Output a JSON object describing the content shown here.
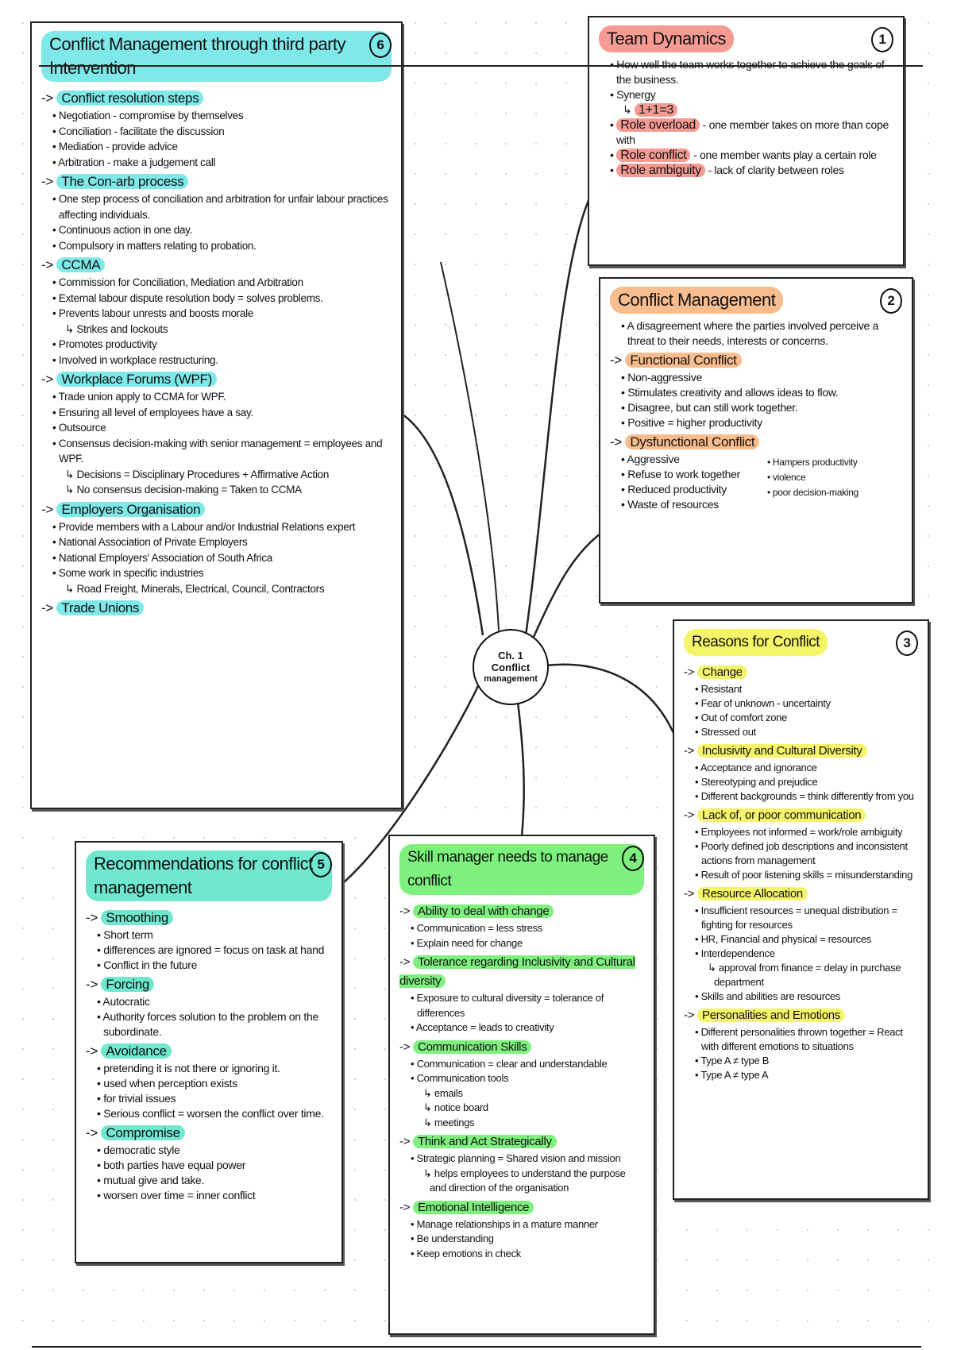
{
  "center": {
    "line1": "Ch. 1",
    "line2": "Conflict",
    "line3": "management"
  },
  "boxes": [
    {
      "id": "box1",
      "title": "Team Dynamics",
      "number": "1",
      "color": "#f59b94",
      "sections": [
        {
          "heading": "",
          "items": [
            {
              "text": "How well the team works together to achieve the goals of the business."
            },
            {
              "text": "Synergy"
            },
            {
              "term": "1+1=3",
              "text": "",
              "level": 2
            },
            {
              "term": "Role overload",
              "text": "- one member takes on more than cope with"
            },
            {
              "term": "Role conflict",
              "text": "- one member wants play a certain role"
            },
            {
              "term": "Role ambiguity",
              "text": "- lack of clarity between roles"
            }
          ]
        }
      ]
    },
    {
      "id": "box2",
      "title": "Conflict Management",
      "number": "2",
      "color": "#f8bd8e",
      "sections": [
        {
          "heading": "",
          "items": [
            {
              "text": "A disagreement where the parties involved perceive a threat to their needs, interests or concerns."
            }
          ]
        },
        {
          "heading": "Functional Conflict",
          "items": [
            {
              "text": "Non-aggressive"
            },
            {
              "text": "Stimulates creativity and allows ideas to flow."
            },
            {
              "text": "Disagree, but can still work together."
            },
            {
              "text": "Positive = higher productivity"
            }
          ]
        },
        {
          "heading": "Dysfunctional Conflict",
          "items": [
            {
              "text": "Aggressive"
            },
            {
              "text": "Refuse to work together"
            },
            {
              "text": "Reduced productivity"
            },
            {
              "text": "Waste of resources"
            }
          ],
          "side": [
            "Hampers productivity",
            "violence",
            "poor decision-making"
          ]
        }
      ]
    },
    {
      "id": "box3",
      "title": "Reasons for Conflict",
      "number": "3",
      "color": "#f5f56a",
      "sections": [
        {
          "heading": "Change",
          "items": [
            {
              "text": "Resistant"
            },
            {
              "text": "Fear of unknown - uncertainty"
            },
            {
              "text": "Out of comfort zone"
            },
            {
              "text": "Stressed out"
            }
          ]
        },
        {
          "heading": "Inclusivity and Cultural Diversity",
          "items": [
            {
              "text": "Acceptance and ignorance"
            },
            {
              "text": "Stereotyping and prejudice"
            },
            {
              "text": "Different backgrounds = think differently from you"
            }
          ]
        },
        {
          "heading": "Lack of, or poor communication",
          "items": [
            {
              "text": "Employees not informed = work/role ambiguity"
            },
            {
              "text": "Poorly defined job descriptions and inconsistent actions from management"
            },
            {
              "text": "Result of poor listening skills = misunderstanding"
            }
          ]
        },
        {
          "heading": "Resource Allocation",
          "items": [
            {
              "text": "Insufficient resources = unequal distribution = fighting for resources"
            },
            {
              "text": "HR, Financial and physical = resources"
            },
            {
              "text": "Interdependence"
            },
            {
              "text": "approval from finance = delay in purchase department",
              "level": 2
            },
            {
              "text": "Skills and abilities are resources"
            }
          ]
        },
        {
          "heading": "Personalities and Emotions",
          "items": [
            {
              "text": "Different personalities thrown together = React with different emotions to situations"
            },
            {
              "text": "Type A ≠ type B"
            },
            {
              "text": "Type A ≠ type A"
            }
          ]
        }
      ]
    },
    {
      "id": "box4",
      "title": "Skill manager needs to manage conflict",
      "number": "4",
      "color": "#7ef07e",
      "sections": [
        {
          "heading": "Ability to deal with change",
          "items": [
            {
              "text": "Communication = less stress"
            },
            {
              "text": "Explain need for change"
            }
          ]
        },
        {
          "heading": "Tolerance regarding Inclusivity and Cultural diversity",
          "items": [
            {
              "text": "Exposure to cultural diversity = tolerance of differences"
            },
            {
              "text": "Acceptance = leads to creativity"
            }
          ]
        },
        {
          "heading": "Communication Skills",
          "items": [
            {
              "text": "Communication = clear and understandable"
            },
            {
              "text": "Communication tools"
            },
            {
              "text": "emails",
              "level": 2
            },
            {
              "text": "notice board",
              "level": 2
            },
            {
              "text": "meetings",
              "level": 2
            }
          ]
        },
        {
          "heading": "Think and Act Strategically",
          "items": [
            {
              "text": "Strategic planning = Shared vision and mission"
            },
            {
              "text": "helps employees to understand the purpose and direction of the organisation",
              "level": 2
            }
          ]
        },
        {
          "heading": "Emotional Intelligence",
          "items": [
            {
              "text": "Manage relationships in a mature manner"
            },
            {
              "text": "Be understanding"
            },
            {
              "text": "Keep emotions in check"
            }
          ]
        }
      ]
    },
    {
      "id": "box5",
      "title": "Recommendations for conflict management",
      "number": "5",
      "color": "#6fe8cf",
      "sections": [
        {
          "heading": "Smoothing",
          "items": [
            {
              "text": "Short term"
            },
            {
              "text": "differences are ignored = focus on task at hand"
            },
            {
              "text": "Conflict in the future"
            }
          ]
        },
        {
          "heading": "Forcing",
          "items": [
            {
              "text": "Autocratic"
            },
            {
              "text": "Authority forces solution to the problem on the subordinate."
            }
          ]
        },
        {
          "heading": "Avoidance",
          "items": [
            {
              "text": "pretending it is not there or ignoring it."
            },
            {
              "text": "used when perception exists"
            },
            {
              "text": "for trivial issues"
            },
            {
              "text": "Serious conflict = worsen the conflict over time."
            }
          ]
        },
        {
          "heading": "Compromise",
          "items": [
            {
              "text": "democratic style"
            },
            {
              "text": "both parties have equal power"
            },
            {
              "text": "mutual give and take."
            },
            {
              "text": "worsen over time = inner conflict"
            }
          ]
        }
      ]
    },
    {
      "id": "box6",
      "title": "Conflict Management through third party Intervention",
      "number": "6",
      "color": "#7fe8e8",
      "sections": [
        {
          "heading": "Conflict resolution steps",
          "items": [
            {
              "text": "Negotiation - compromise by themselves"
            },
            {
              "text": "Conciliation - facilitate the discussion"
            },
            {
              "text": "Mediation - provide advice"
            },
            {
              "text": "Arbitration - make a judgement call"
            }
          ]
        },
        {
          "heading": "The Con-arb process",
          "items": [
            {
              "text": "One step process of conciliation and arbitration for unfair labour practices affecting individuals."
            },
            {
              "text": "Continuous action in one day."
            },
            {
              "text": "Compulsory in matters relating to probation."
            }
          ]
        },
        {
          "heading": "CCMA",
          "items": [
            {
              "text": "Commission for Conciliation, Mediation and Arbitration"
            },
            {
              "text": "External labour dispute resolution body = solves problems."
            },
            {
              "text": "Prevents labour unrests and boosts morale"
            },
            {
              "text": "Strikes and lockouts",
              "level": 2
            },
            {
              "text": "Promotes productivity"
            },
            {
              "text": "Involved in workplace restructuring."
            }
          ]
        },
        {
          "heading": "Workplace Forums (WPF)",
          "items": [
            {
              "text": "Trade union apply to CCMA for WPF."
            },
            {
              "text": "Ensuring all level of employees have a say."
            },
            {
              "text": "Outsource"
            },
            {
              "text": "Consensus decision-making with senior management = employees and WPF."
            },
            {
              "text": "Decisions = Disciplinary Procedures + Affirmative Action",
              "level": 2
            },
            {
              "text": "No consensus decision-making = Taken to CCMA",
              "level": 2
            }
          ]
        },
        {
          "heading": "Employers Organisation",
          "items": [
            {
              "text": "Provide members with a Labour and/or Industrial Relations expert"
            },
            {
              "text": "National Association of Private Employers"
            },
            {
              "text": "National Employers' Association of South Africa"
            },
            {
              "text": "Some work in specific industries"
            },
            {
              "text": "Road Freight, Minerals, Electrical, Council, Contractors",
              "level": 2
            }
          ]
        },
        {
          "heading": "Trade Unions",
          "items": []
        }
      ]
    }
  ]
}
